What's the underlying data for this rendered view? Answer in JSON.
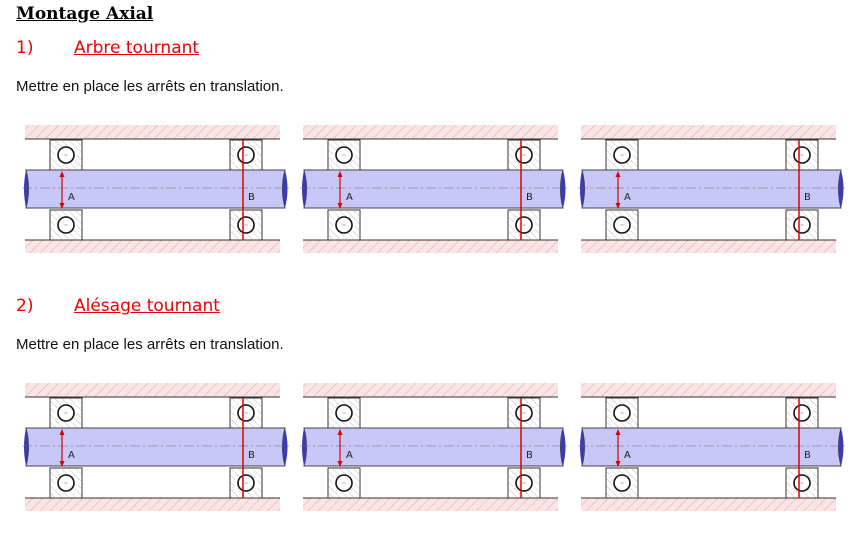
{
  "title": "Montage Axial",
  "sections": [
    {
      "number": "1)",
      "heading": "Arbre tournant",
      "instruction": "Mettre en place les arrêts en translation.",
      "diagrams": [
        {
          "a": "A",
          "b": "B"
        },
        {
          "a": "A",
          "b": "B"
        },
        {
          "a": "A",
          "b": "B"
        }
      ]
    },
    {
      "number": "2)",
      "heading": "Alésage tournant",
      "instruction": "Mettre en place les arrêts en translation.",
      "diagrams": [
        {
          "a": "A",
          "b": "B"
        },
        {
          "a": "A",
          "b": "B"
        },
        {
          "a": "A",
          "b": "B"
        }
      ]
    }
  ],
  "colors": {
    "shaft": "#c8c8f8",
    "housing": "#fbe4e6",
    "red": "#e00000"
  }
}
